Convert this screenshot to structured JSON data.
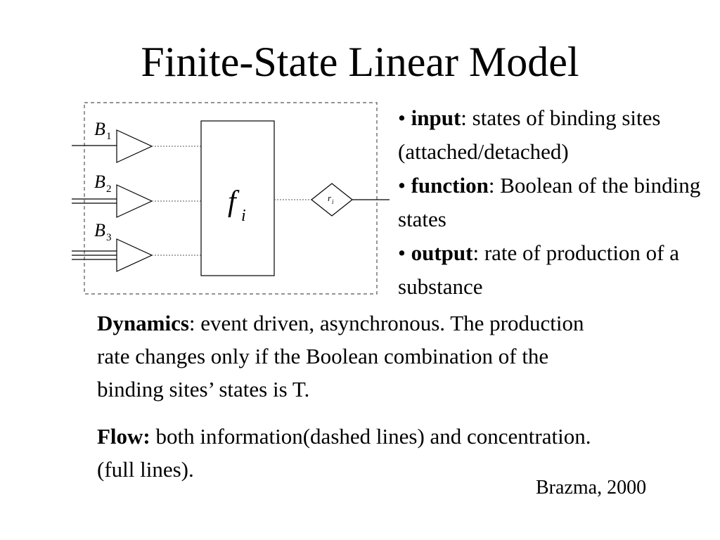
{
  "title": "Finite-State Linear Model",
  "diagram": {
    "inputs": [
      {
        "letter": "B",
        "sub": "1"
      },
      {
        "letter": "B",
        "sub": "2"
      },
      {
        "letter": "B",
        "sub": "3"
      }
    ],
    "function": {
      "letter": "f",
      "sub": "i"
    },
    "output": {
      "letter": "r",
      "sub": "i"
    }
  },
  "bullets": [
    {
      "term": "input",
      "text": ": states of binding sites (attached/detached)"
    },
    {
      "term": "function",
      "text": ": Boolean of the binding states"
    },
    {
      "term": "output",
      "text": ": rate of production of a substance"
    }
  ],
  "dynamics": {
    "term": "Dynamics",
    "text": ": event driven, asynchronous. The production rate changes only if the Boolean combination of the binding sites’ states is T."
  },
  "flow": {
    "term": "Flow:",
    "text": " both information(dashed lines) and concentration.(full lines)."
  },
  "credit": "Brazma, 2000"
}
